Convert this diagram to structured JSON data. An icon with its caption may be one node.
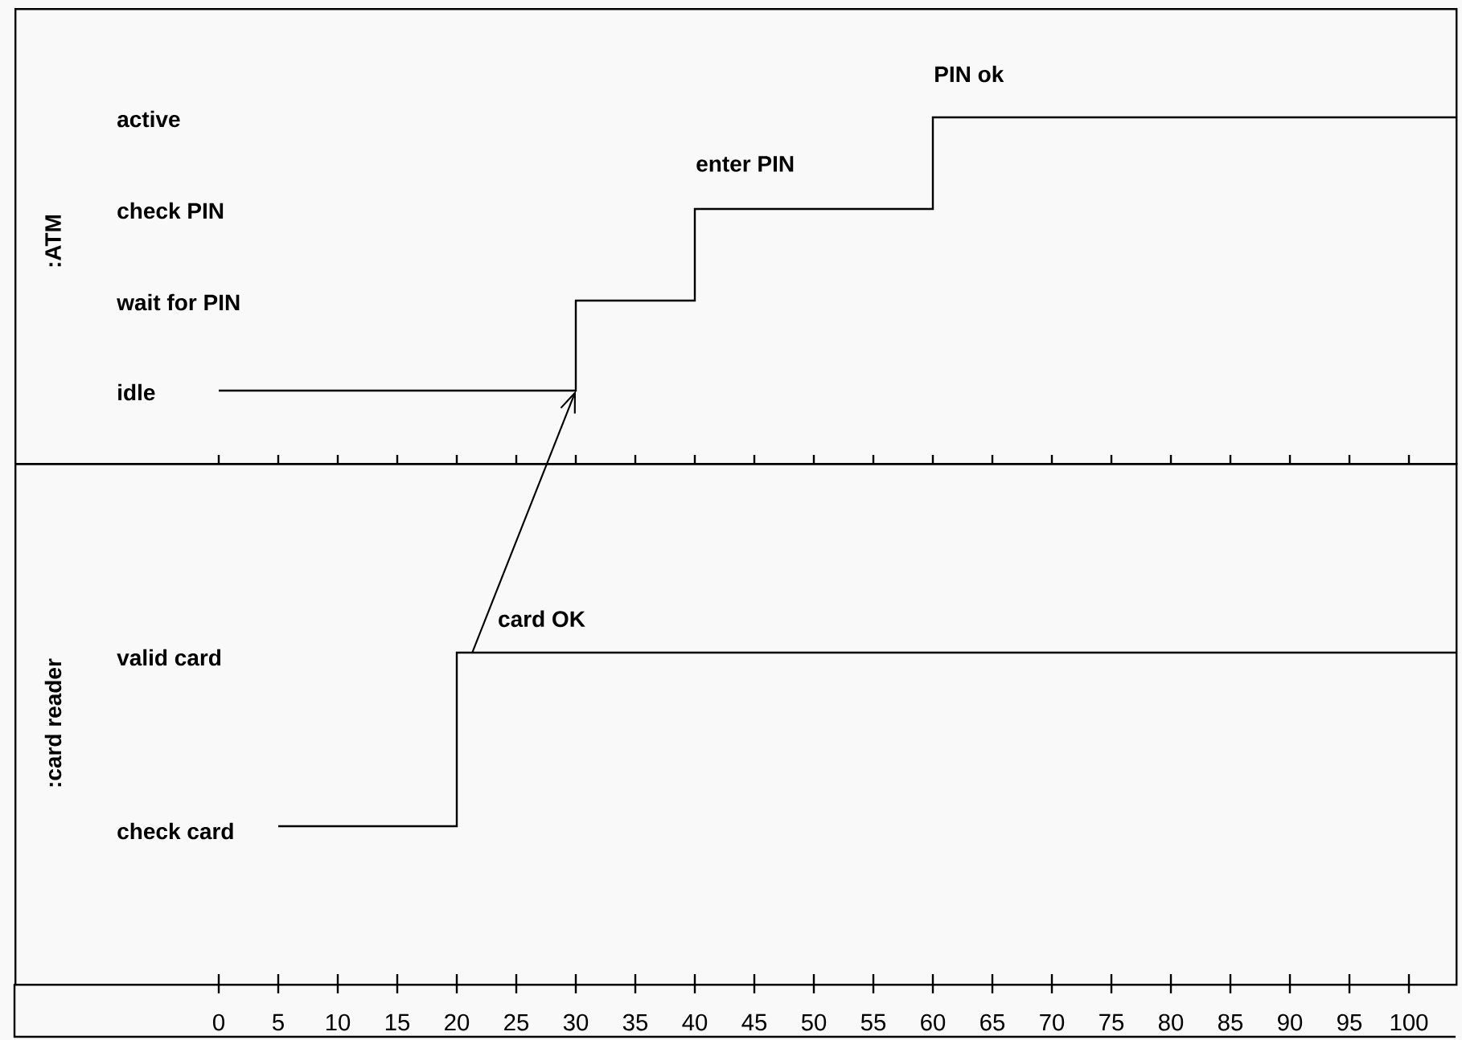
{
  "diagram": {
    "nodes": [
      {
        "text": [
          ":ATM"
        ]
      },
      {
        "text": [
          ":card reader"
        ]
      }
    ],
    "edges": [
      {
        "from": 1,
        "to": 0,
        "arrow": "to",
        "label": "card OK"
      }
    ],
    "labels": [
      "PIN ok",
      "active",
      "enter PIN",
      "check PIN",
      "wait for PIN",
      "idle",
      "valid card",
      "check card",
      "0",
      "5",
      "10",
      "15",
      "20",
      "25",
      "30",
      "35",
      "40",
      "45",
      "50",
      "55",
      "60",
      "65",
      "70",
      "75",
      "80",
      "85",
      "90",
      "95",
      "100"
    ]
  }
}
